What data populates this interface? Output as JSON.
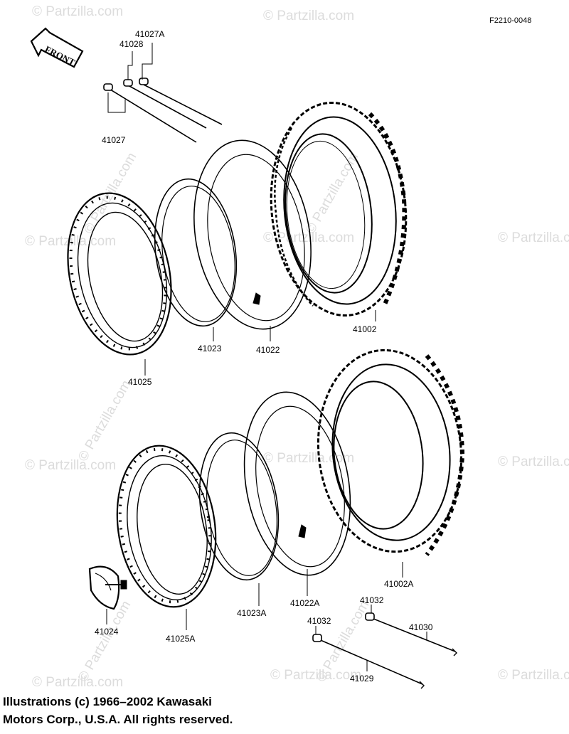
{
  "diagram": {
    "id": "F2210-0048",
    "front_label": "FRONT",
    "watermark": "© Partzilla.com",
    "parts": [
      {
        "key": "p41027A",
        "label": "41027A"
      },
      {
        "key": "p41028",
        "label": "41028"
      },
      {
        "key": "p41027",
        "label": "41027"
      },
      {
        "key": "p41002",
        "label": "41002"
      },
      {
        "key": "p41023",
        "label": "41023"
      },
      {
        "key": "p41022",
        "label": "41022"
      },
      {
        "key": "p41025",
        "label": "41025"
      },
      {
        "key": "p41002A",
        "label": "41002A"
      },
      {
        "key": "p41024",
        "label": "41024"
      },
      {
        "key": "p41025A",
        "label": "41025A"
      },
      {
        "key": "p41023A",
        "label": "41023A"
      },
      {
        "key": "p41022A",
        "label": "41022A"
      },
      {
        "key": "p41032a",
        "label": "41032"
      },
      {
        "key": "p41030",
        "label": "41030"
      },
      {
        "key": "p41032b",
        "label": "41032"
      },
      {
        "key": "p41029",
        "label": "41029"
      }
    ]
  },
  "copyright": {
    "line1": "Illustrations (c) 1966–2002 Kawasaki",
    "line2": "Motors Corp., U.S.A.  All rights reserved."
  }
}
